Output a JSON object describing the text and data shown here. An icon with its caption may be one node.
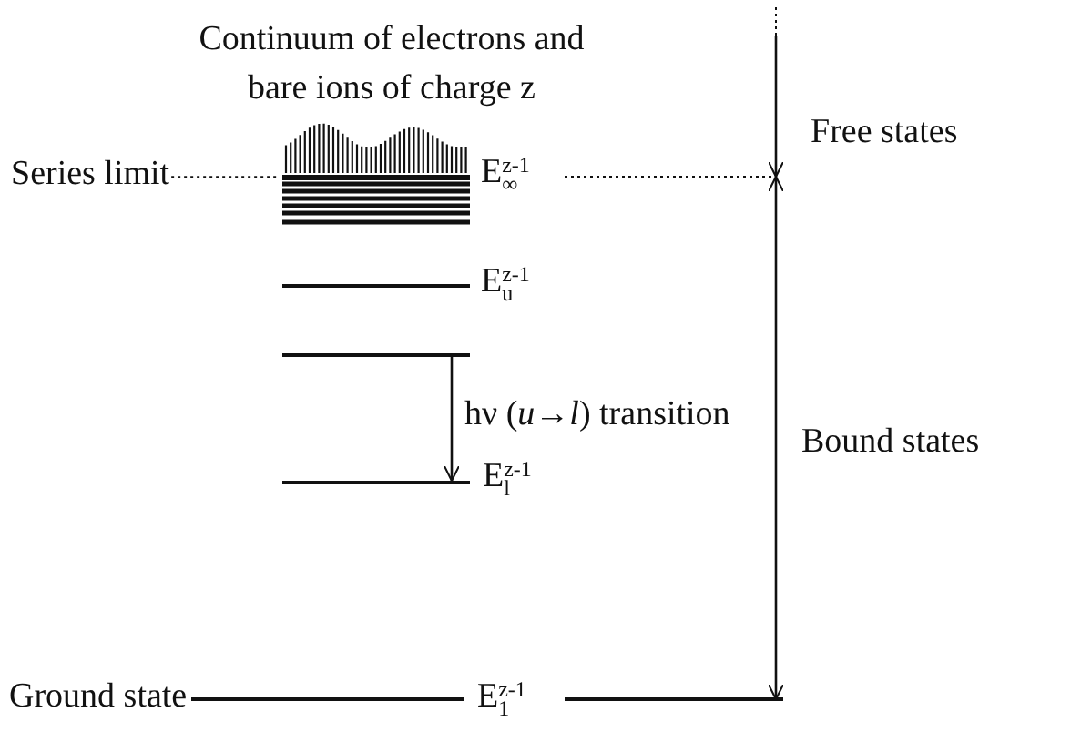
{
  "diagram": {
    "nodes": [
      {
        "text": [
          "Series limit"
        ]
      },
      {
        "text": [],
        "shape": "bar"
      },
      {
        "text": [],
        "shape": "bar"
      },
      {
        "text": [],
        "shape": "bar",
        "beside": [
          "E$_{l}$$^{z-1}$"
        ]
      }
    ],
    "edges": [
      {
        "from": 0,
        "to": 1,
        "arrow": "none",
        "style": "dashed"
      },
      {
        "from": 2,
        "to": 3,
        "arrow": "to",
        "label": "hν (*u*→*l*) transition"
      }
    ],
    "labels": [
      "Continuum of electrons and bare ions of charge z",
      "E$_{∞}$$^{z-1}$",
      "Free states",
      "E$_{u}$$^{z-1}$",
      "Bound states",
      "Ground state",
      "E$_{1}$$^{z-1}$"
    ]
  }
}
